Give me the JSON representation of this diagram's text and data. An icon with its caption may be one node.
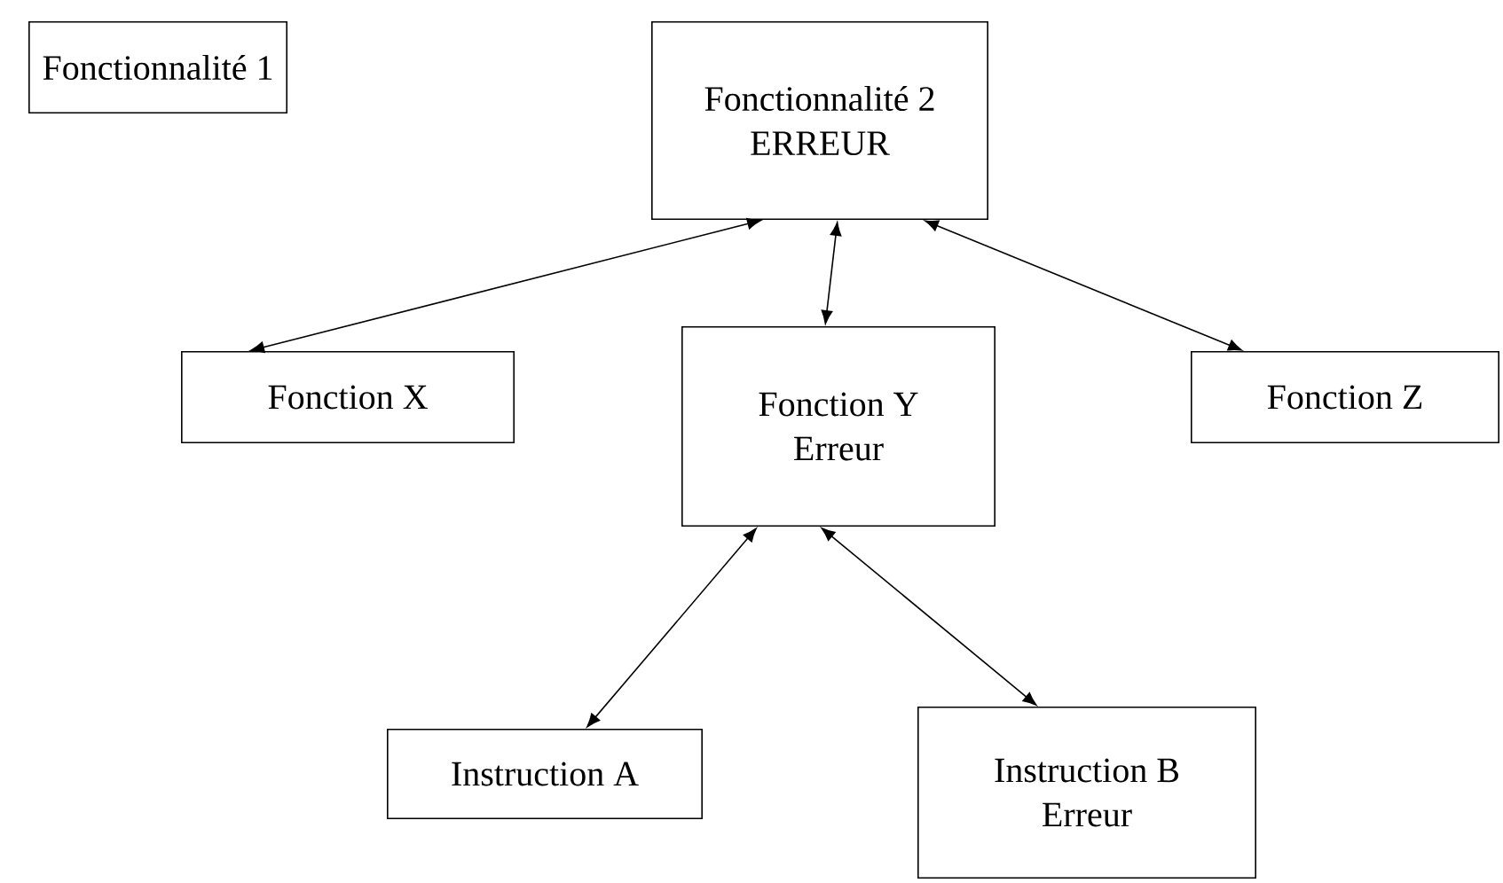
{
  "diagram": {
    "nodes": [
      {
        "text": [
          "Fonctionnalité 1"
        ]
      },
      {
        "text": [
          "Fonctionnalité 2",
          "ERREUR"
        ]
      },
      {
        "text": [
          "Fonction  X"
        ]
      },
      {
        "text": [
          "Fonction  Y",
          "Erreur"
        ]
      },
      {
        "text": [
          "Fonction  Z"
        ]
      },
      {
        "text": [
          "Instruction  A"
        ]
      },
      {
        "text": [
          "Instruction  B",
          "Erreur"
        ]
      }
    ],
    "edges": [
      {
        "from": 1,
        "to": 2,
        "arrow": "both"
      },
      {
        "from": 1,
        "to": 3,
        "arrow": "both"
      },
      {
        "from": 1,
        "to": 4,
        "arrow": "both"
      },
      {
        "from": 3,
        "to": 5,
        "arrow": "both"
      },
      {
        "from": 3,
        "to": 6,
        "arrow": "both"
      }
    ]
  }
}
